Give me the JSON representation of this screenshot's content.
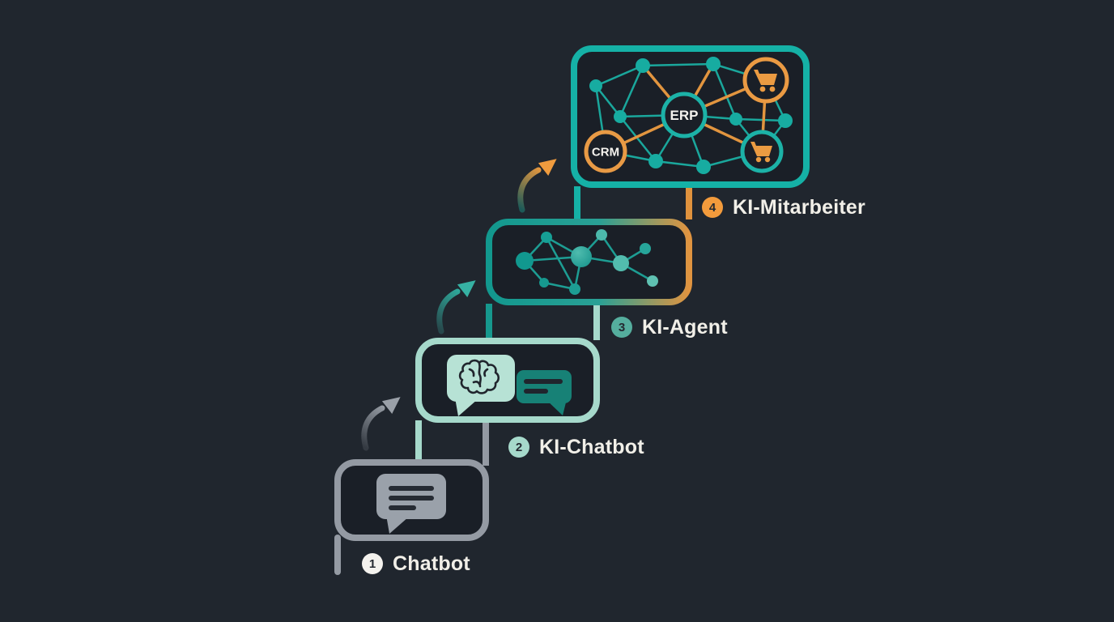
{
  "colors": {
    "background": "#20262e",
    "box_fill": "#1a1f27",
    "stage1_gray": "#949aa3",
    "stage2_mint": "#a6d9cb",
    "stage3_teal": "#16988e",
    "stage4_teal": "#15b1a6",
    "accent_orange": "#ef9b3e",
    "label_text": "#f1efe8",
    "dark_ink": "#20252d"
  },
  "stages": [
    {
      "number": "1",
      "label": "Chatbot",
      "icon": "chat-bubble-icon",
      "badge_bg": "#f4f2ee"
    },
    {
      "number": "2",
      "label": "KI-Chatbot",
      "icon": "brain-and-chat-bubbles-icon",
      "badge_bg": "#a6d9cb"
    },
    {
      "number": "3",
      "label": "KI-Agent",
      "icon": "neural-network-icon",
      "badge_bg": "#55ae9e"
    },
    {
      "number": "4",
      "label": "KI-Mitarbeiter",
      "icon": "systems-network-icon",
      "badge_bg": "#f39b3c"
    }
  ],
  "system_nodes": {
    "erp": "ERP",
    "crm": "CRM",
    "cart": "shopping-cart-icon"
  }
}
